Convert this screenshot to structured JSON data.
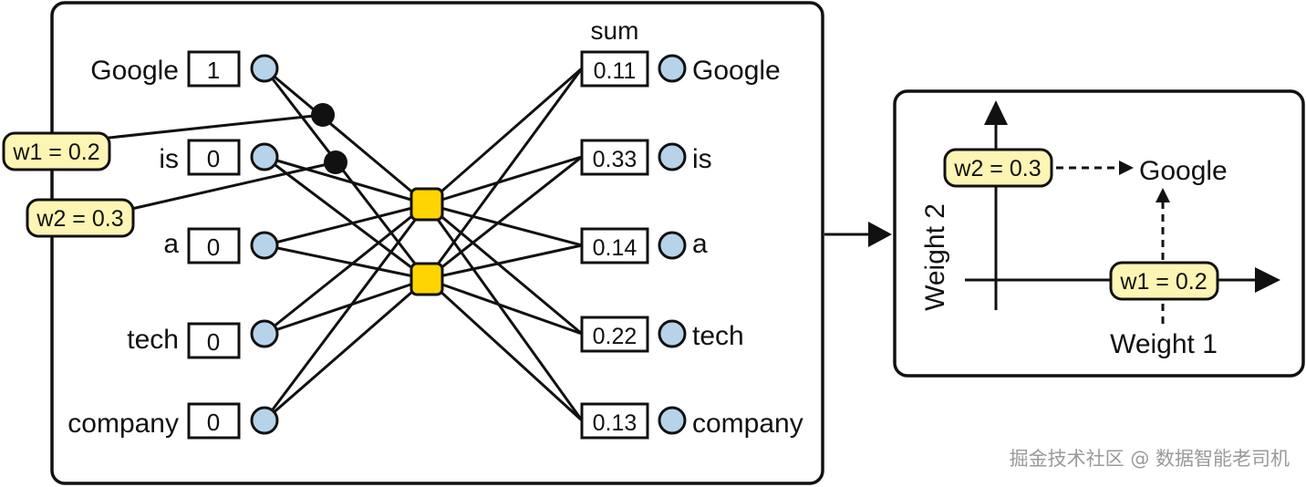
{
  "inputs": [
    {
      "word": "Google",
      "value": "1"
    },
    {
      "word": "is",
      "value": "0"
    },
    {
      "word": "a",
      "value": "0"
    },
    {
      "word": "tech",
      "value": "0"
    },
    {
      "word": "company",
      "value": "0"
    }
  ],
  "outputs": [
    {
      "word": "Google",
      "value": "0.11"
    },
    {
      "word": "is",
      "value": "0.33"
    },
    {
      "word": "a",
      "value": "0.14"
    },
    {
      "word": "tech",
      "value": "0.22"
    },
    {
      "word": "company",
      "value": "0.13"
    }
  ],
  "sum_label": "sum",
  "weights": {
    "w1": "w1 = 0.2",
    "w2": "w2 = 0.3"
  },
  "plot": {
    "x_axis_label": "Weight 1",
    "y_axis_label": "Weight 2",
    "point_label": "Google",
    "w1_tag": "w1 = 0.2",
    "w2_tag": "w2 = 0.3"
  },
  "watermark": "掘金技术社区 @ 数据智能老司机",
  "colors": {
    "node": "#b7d3ea",
    "hidden": "#ffd400",
    "tag": "#fdf5b4"
  }
}
